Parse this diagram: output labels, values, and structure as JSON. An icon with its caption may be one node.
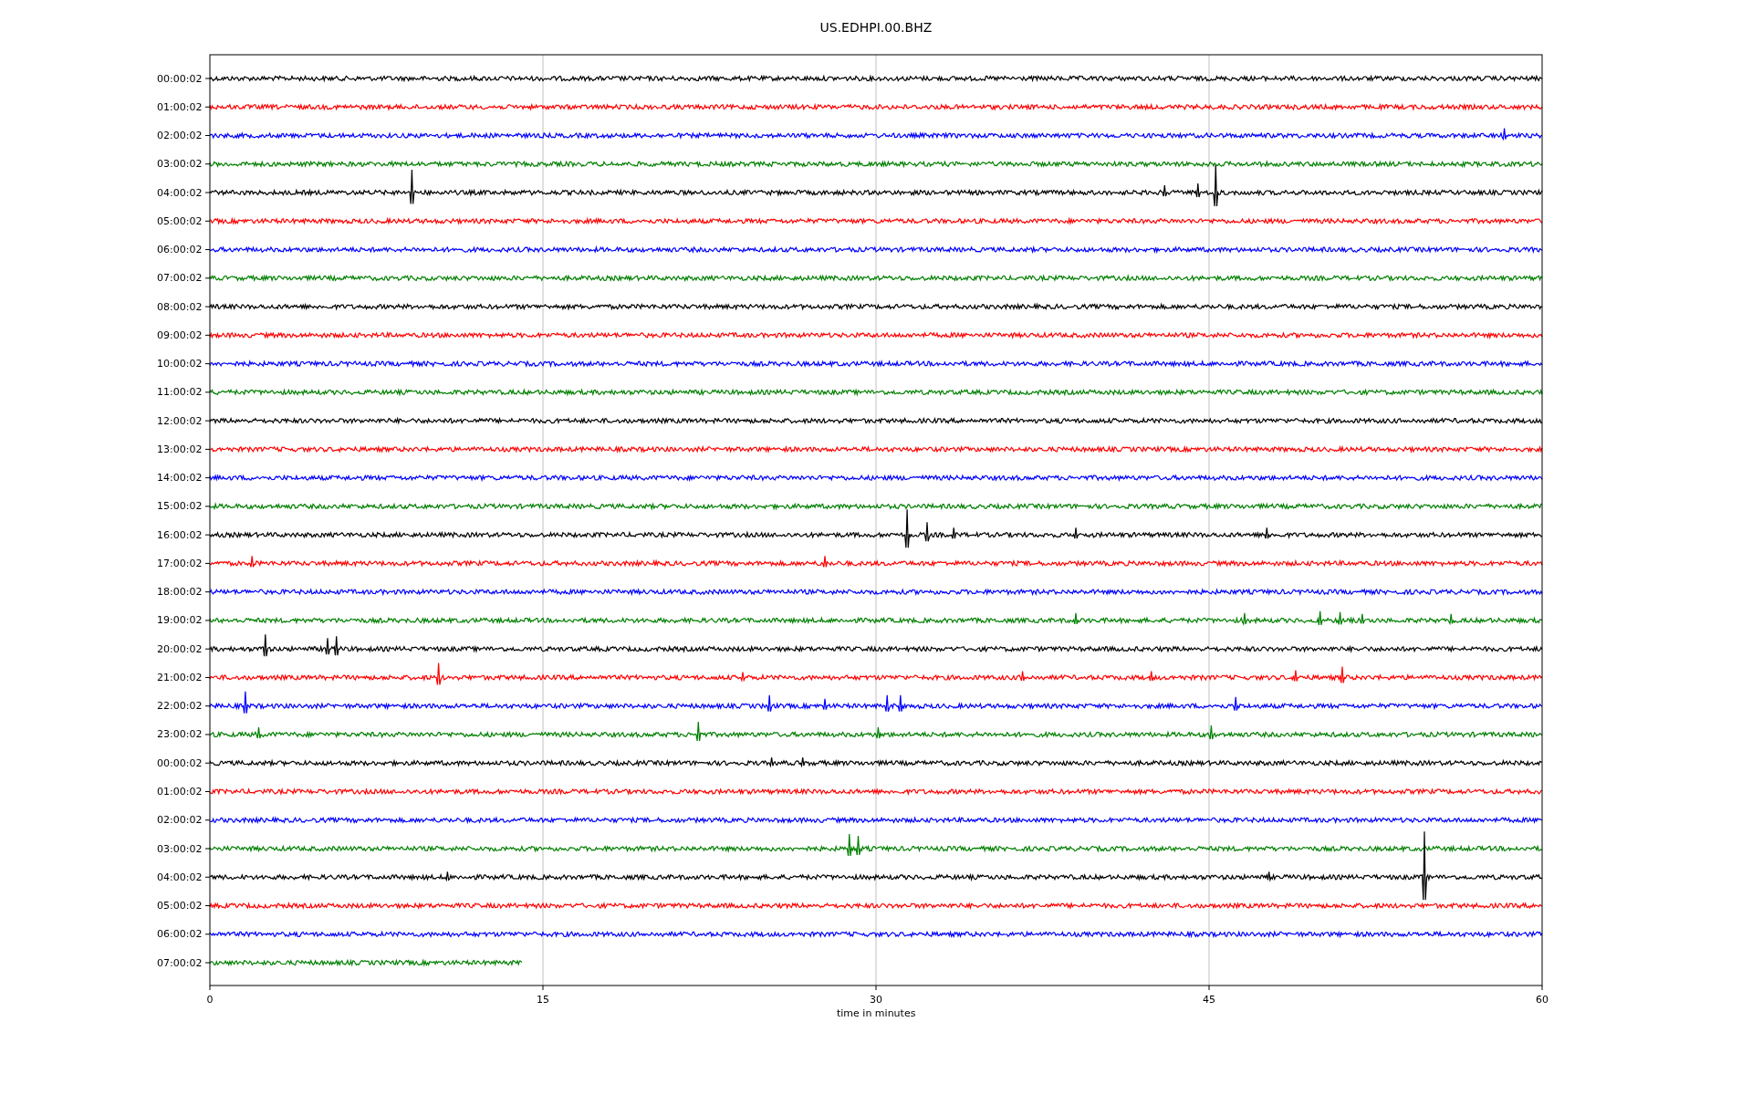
{
  "diagram": {
    "title": "US.EDHPI.00.BHZ",
    "labels": [
      "00:00:02",
      "01:00:02",
      "02:00:02",
      "03:00:02",
      "04:00:02",
      "05:00:02",
      "06:00:02",
      "07:00:02",
      "08:00:02",
      "09:00:02",
      "10:00:02",
      "11:00:02",
      "12:00:02",
      "13:00:02",
      "14:00:02",
      "15:00:02",
      "16:00:02",
      "17:00:02",
      "18:00:02",
      "19:00:02",
      "20:00:02",
      "21:00:02",
      "22:00:02",
      "23:00:02",
      "00:00:02",
      "01:00:02",
      "02:00:02",
      "03:00:02",
      "04:00:02",
      "05:00:02",
      "06:00:02",
      "07:00:02",
      "0",
      "15",
      "30",
      "45",
      "60",
      "time in minutes"
    ]
  }
}
